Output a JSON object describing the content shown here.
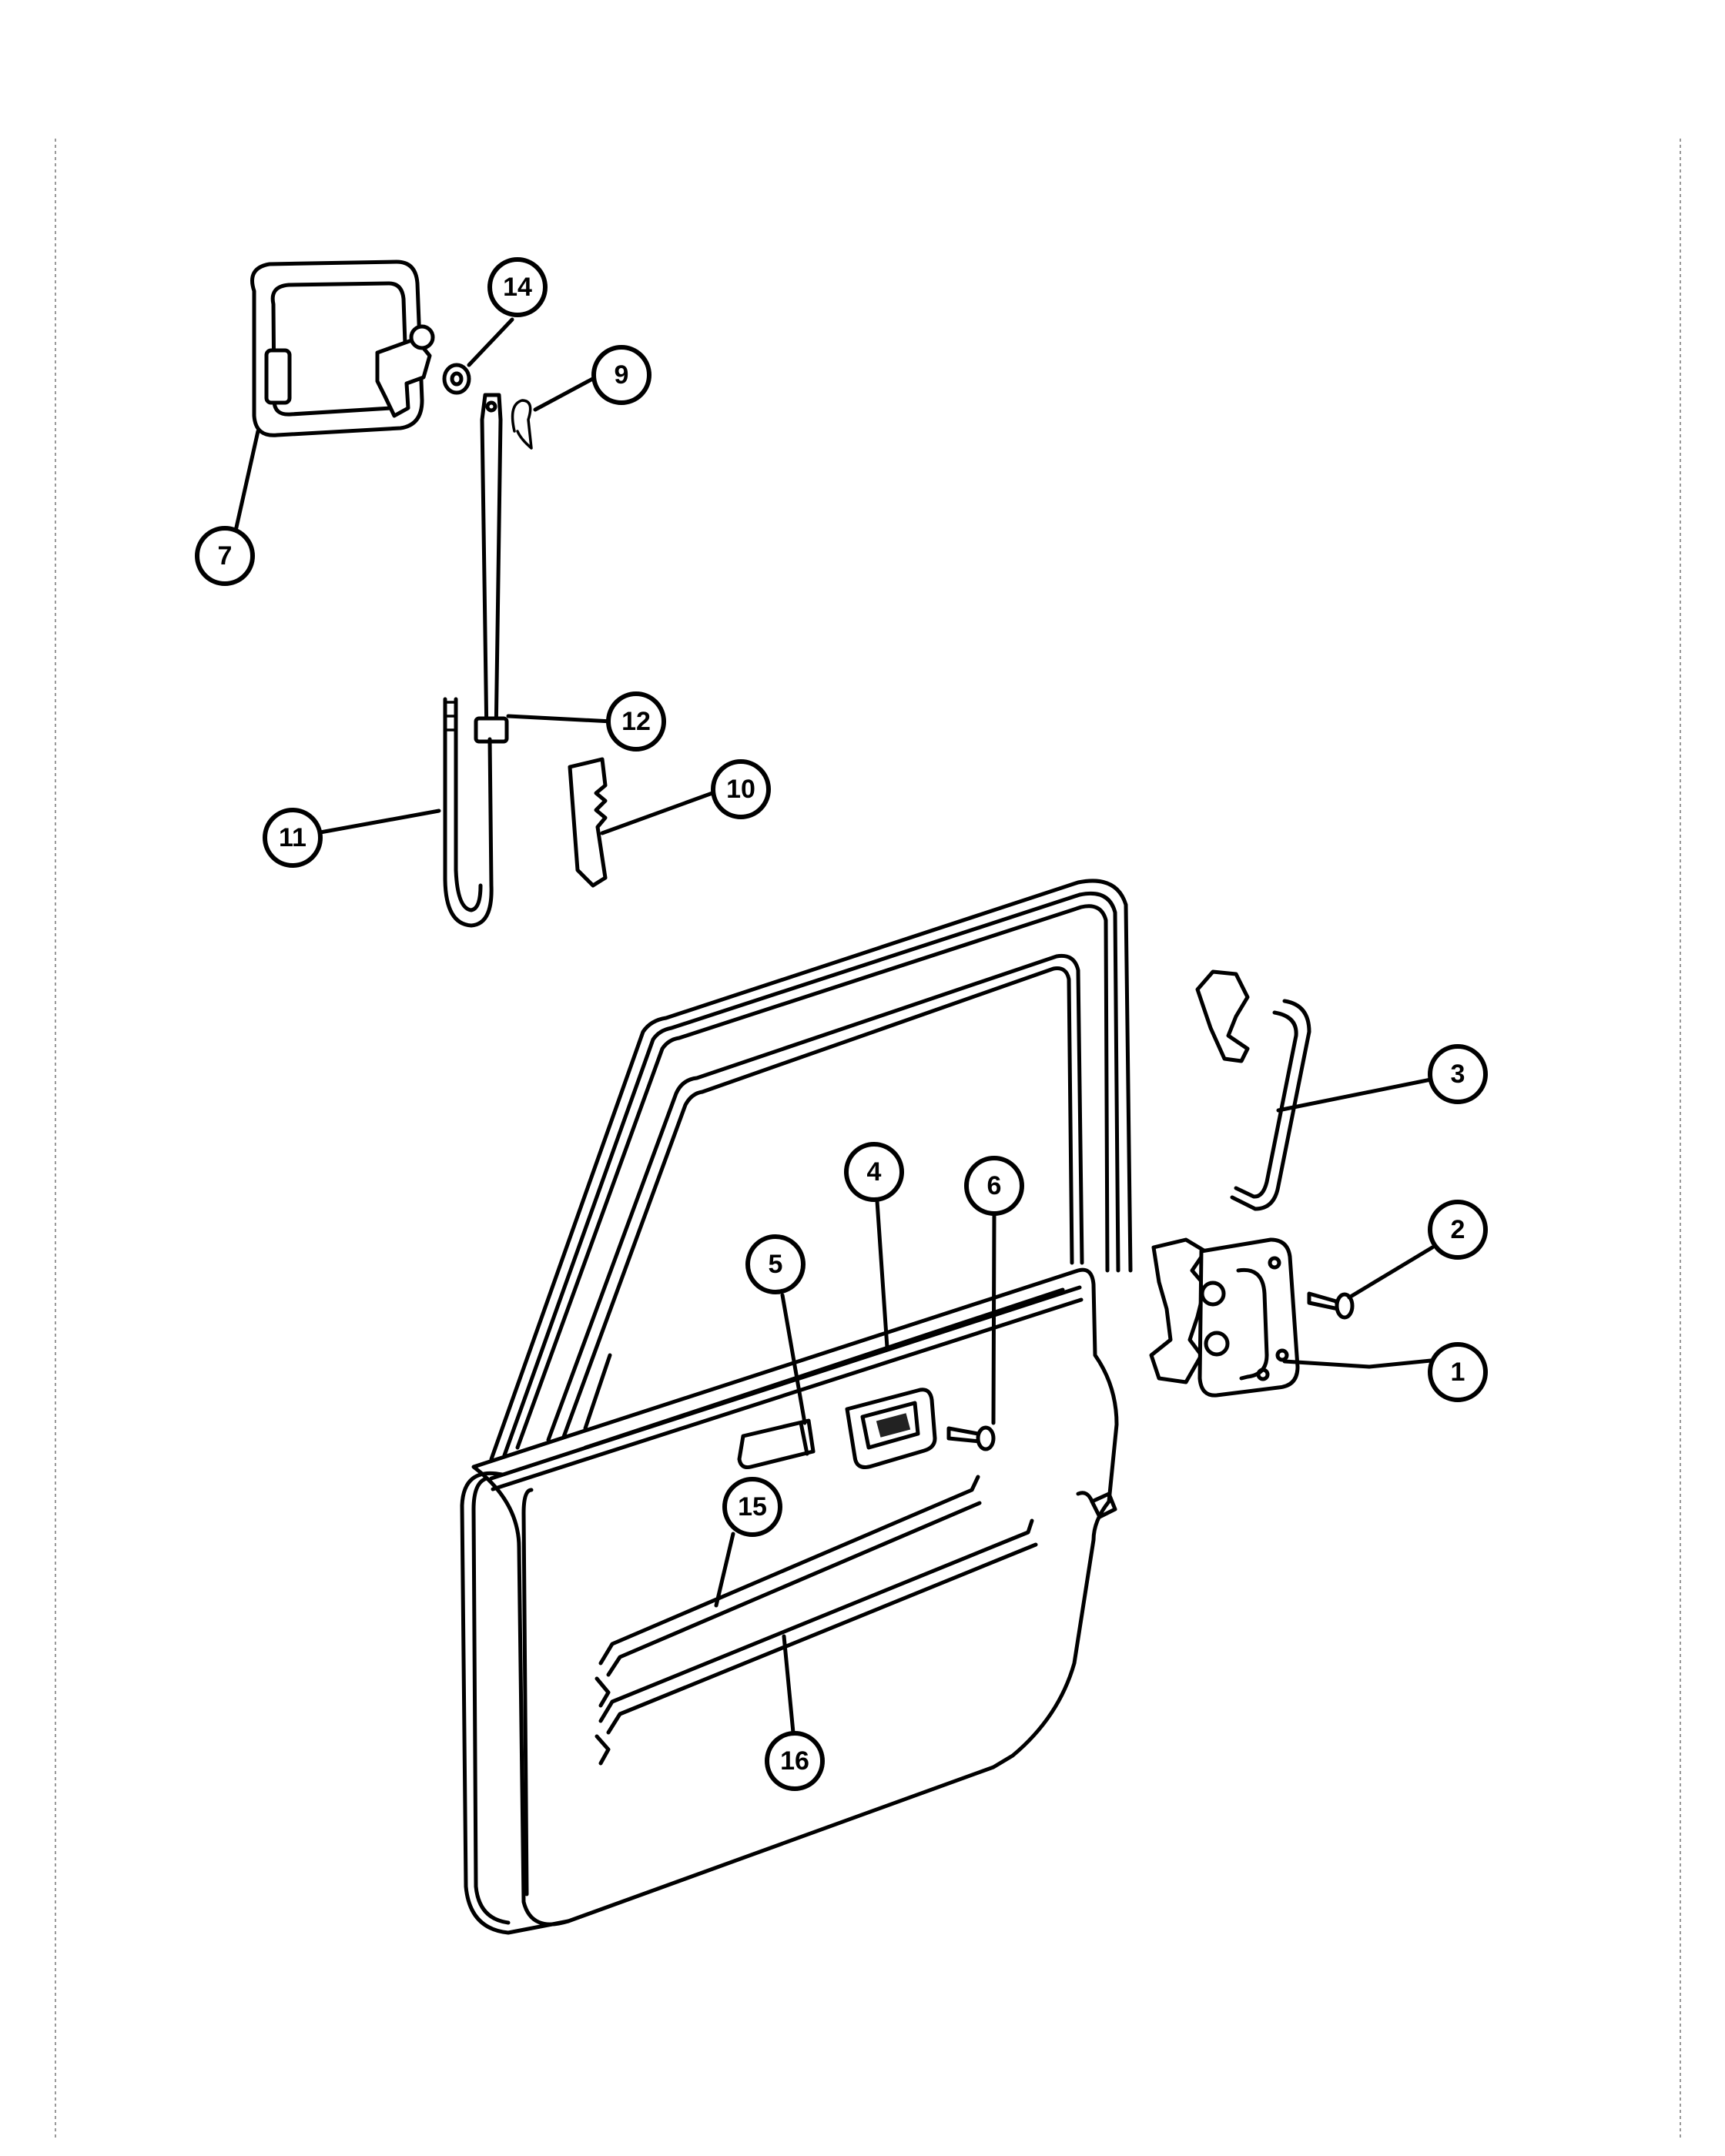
{
  "callouts": [
    {
      "id": "1",
      "label": "1"
    },
    {
      "id": "2",
      "label": "2"
    },
    {
      "id": "3",
      "label": "3"
    },
    {
      "id": "4",
      "label": "4"
    },
    {
      "id": "5",
      "label": "5"
    },
    {
      "id": "6",
      "label": "6"
    },
    {
      "id": "7",
      "label": "7"
    },
    {
      "id": "9",
      "label": "9"
    },
    {
      "id": "10",
      "label": "10"
    },
    {
      "id": "11",
      "label": "11"
    },
    {
      "id": "12",
      "label": "12"
    },
    {
      "id": "14",
      "label": "14"
    },
    {
      "id": "15",
      "label": "15"
    },
    {
      "id": "16",
      "label": "16"
    }
  ]
}
